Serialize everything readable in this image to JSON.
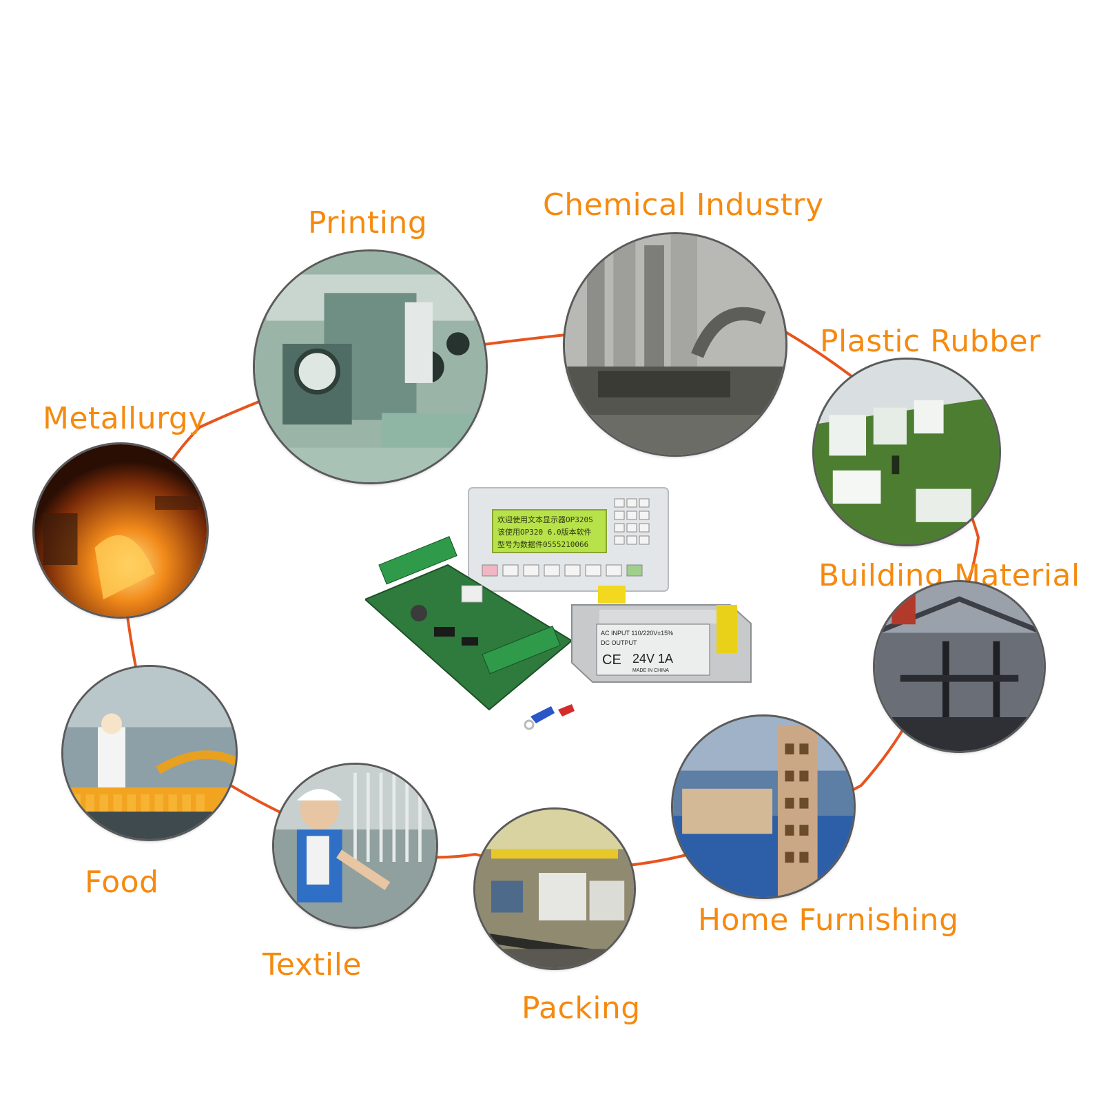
{
  "labels": {
    "printing": "Printing",
    "chemical": "Chemical Industry",
    "plastic": "Plastic Rubber",
    "metallurgy": "Metallurgy",
    "building": "Building Material",
    "food": "Food",
    "home": "Home Furnishing",
    "textile": "Textile",
    "packing": "Packing"
  },
  "product": {
    "lcd_line1": "欢迎使用文本显示器OP320S",
    "lcd_line2": "该使用OP320 6.0版本软件",
    "lcd_line3": "型号为数据件0555210066",
    "psu_input": "AC INPUT  110/220V±15%",
    "psu_output": "DC OUTPUT",
    "psu_rating": "24V 1A",
    "psu_ce": "CE",
    "psu_made": "MADE IN CHINA"
  },
  "colors": {
    "label": "#f58a0f",
    "connector": "#e8541e",
    "lcd": "#b8e24a"
  }
}
